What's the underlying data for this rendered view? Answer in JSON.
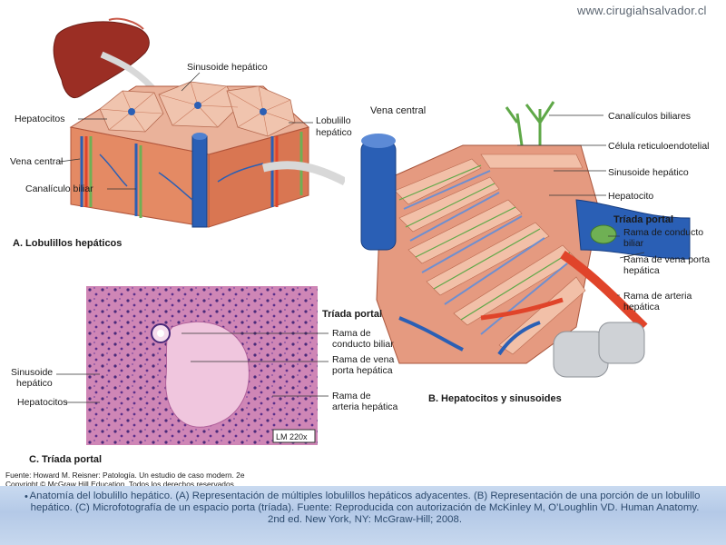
{
  "site_url": "www.cirugiahsalvador.cl",
  "panel_a": {
    "title": "A. Lobulillos hepáticos",
    "labels": {
      "sinusoide": "Sinusoide hepático",
      "hepatocitos": "Hepatocitos",
      "lobulillo_1": "Lobulillo",
      "lobulillo_2": "hepático",
      "vena_central": "Vena central",
      "canaliculo": "Canalículo biliar"
    }
  },
  "panel_b": {
    "title": "B. Hepatocitos y sinusoides",
    "labels": {
      "vena_central": "Vena central",
      "canaliculos": "Canalículos biliares",
      "celula": "Célula reticuloendotelial",
      "sinusoide": "Sinusoide hepático",
      "hepatocito": "Hepatocito",
      "triada": "Tríada portal",
      "conducto_1": "Rama de conducto",
      "conducto_2": "biliar",
      "vena_porta_1": "Rama de vena porta",
      "vena_porta_2": "hepática",
      "arteria_1": "Rama de arteria",
      "arteria_2": "hepática"
    }
  },
  "panel_c": {
    "title": "C. Tríada portal",
    "magnification": "LM 220x",
    "labels": {
      "sinusoide_1": "Sinusoide",
      "sinusoide_2": "hepático",
      "hepatocitos": "Hepatocitos",
      "triada": "Tríada portal",
      "conducto_1": "Rama de",
      "conducto_2": "conducto biliar",
      "vena_1": "Rama de vena",
      "vena_2": "porta hepática",
      "arteria_1": "Rama de",
      "arteria_2": "arteria hepática"
    }
  },
  "credit": {
    "line1": "Fuente: Howard M. Reisner: Patología. Un estudio de caso modern. 2e",
    "line2": "Copyright © McGraw Hill Education. Todos los derechos reservados."
  },
  "caption": "Anatomía del lobulillo hepático. (A) Representación de múltiples lobulillos hepáticos adyacentes. (B) Representación de una porción de un lobulillo hepático. (C) Microfotografía de un espacio porta (tríada). Fuente: Reproducida con autorización de McKinley M, O’Loughlin VD. Human Anatomy. 2nd ed. New York, NY: McGraw-Hill; 2008.",
  "colors": {
    "hepatocyte": "#e9a08a",
    "vein": "#2a5fb5",
    "artery": "#e0442a",
    "bile": "#6fb054",
    "histo_pink": "#d98fc0",
    "caption_band": "#c0d3ec"
  }
}
